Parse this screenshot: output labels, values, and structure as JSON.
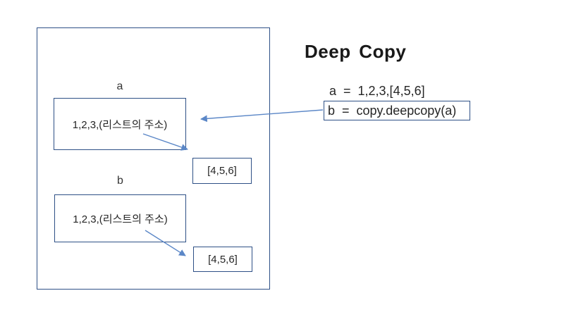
{
  "page": {
    "background": "#ffffff"
  },
  "title": "Deep Copy",
  "colors": {
    "box_border": "#2e5086",
    "arrow": "#5b87c7",
    "text": "#262626",
    "title_text": "#191919"
  },
  "diagram": {
    "var_a": {
      "label": "a",
      "cell_text": "1,2,3,(리스트의 주소)",
      "list_text": "[4,5,6]"
    },
    "var_b": {
      "label": "b",
      "cell_text": "1,2,3,(리스트의 주소)",
      "list_text": "[4,5,6]"
    }
  },
  "code": {
    "line_a": "a  =  1,2,3,[4,5,6]",
    "line_b": "b  =  copy.deepcopy(a)"
  }
}
